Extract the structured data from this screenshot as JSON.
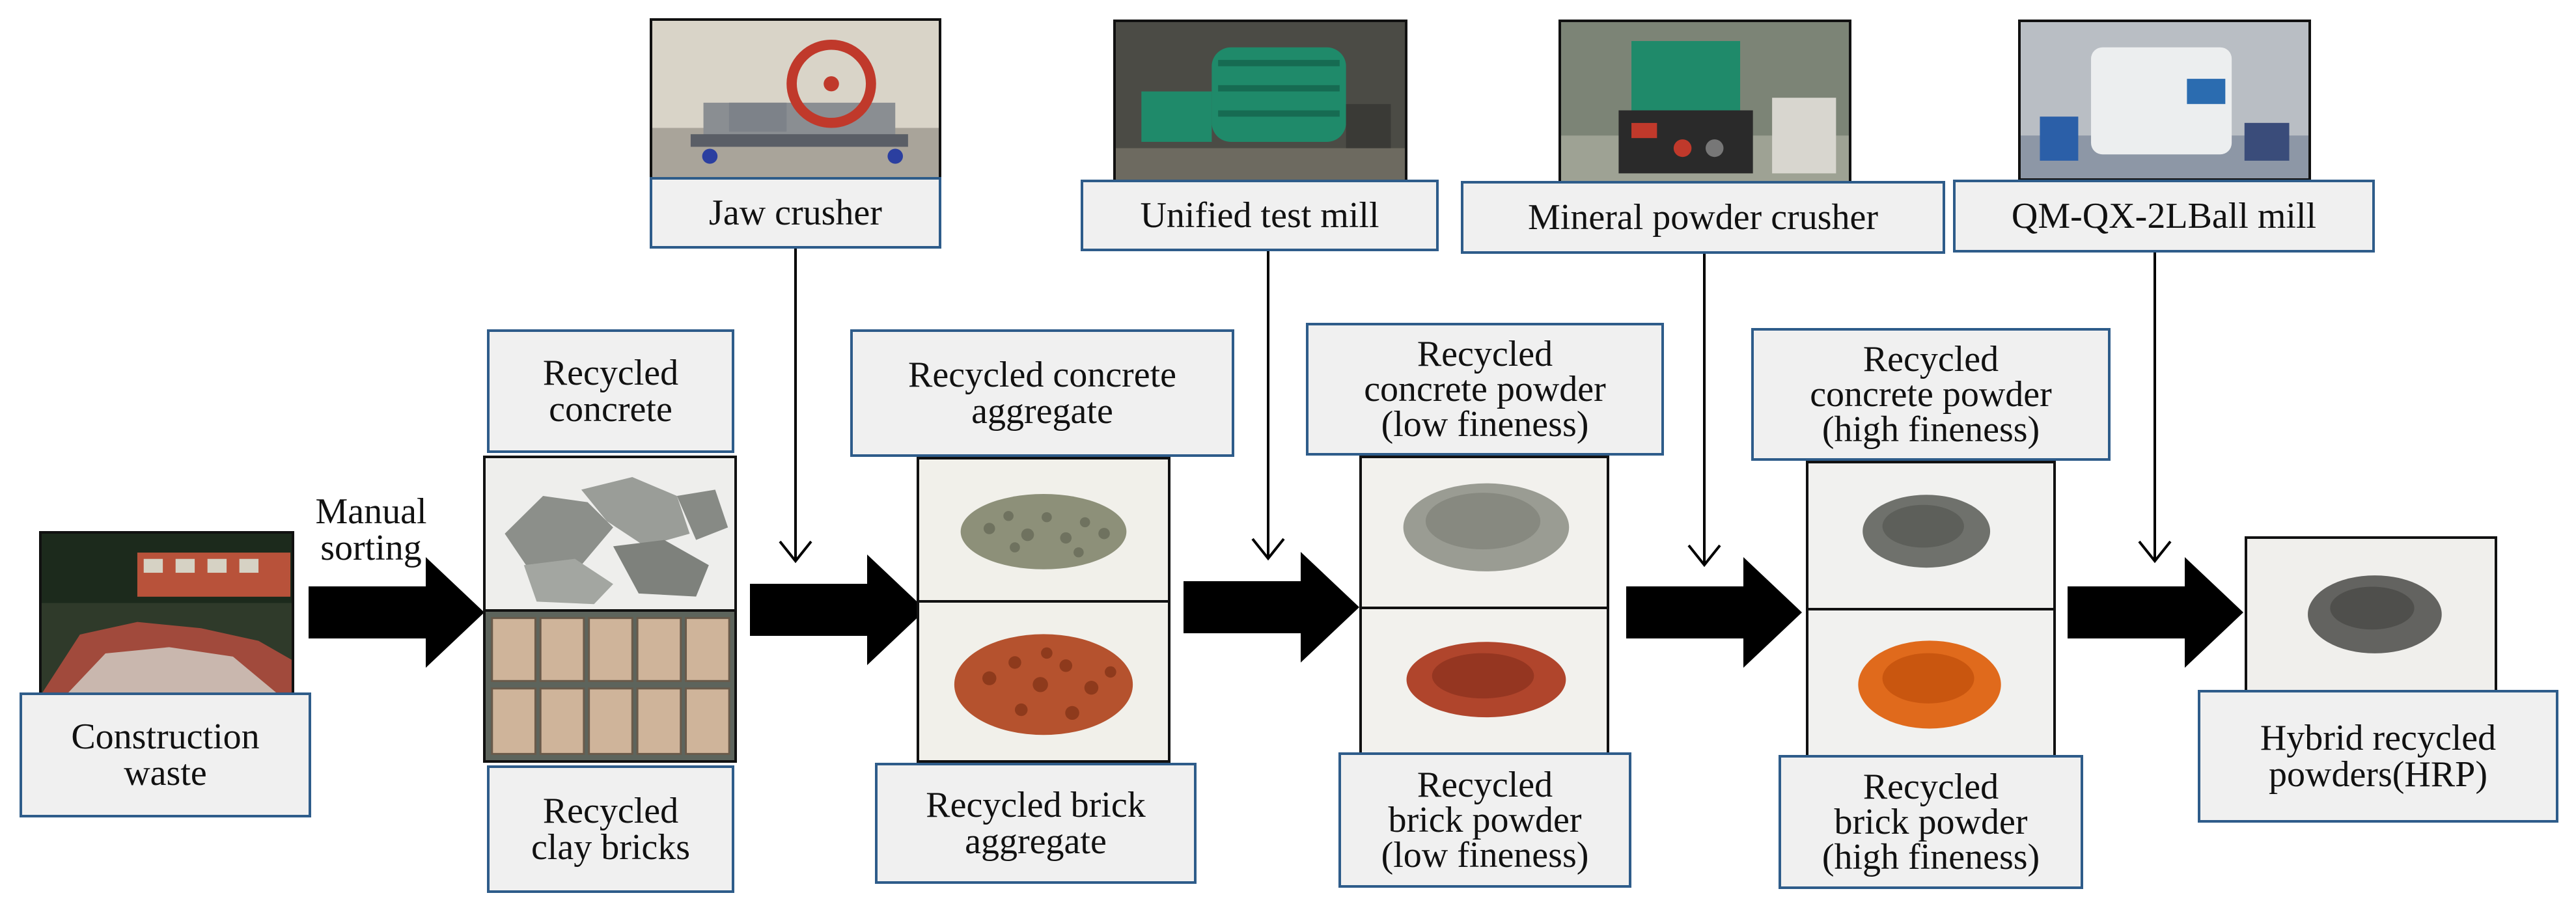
{
  "equipment": {
    "jaw_crusher": "Jaw crusher",
    "test_mill": "Unified test mill",
    "powder_crusher": "Mineral powder crusher",
    "ball_mill": "QM-QX-2LBall mill"
  },
  "stages": {
    "waste": {
      "line1": "Construction",
      "line2": "waste"
    },
    "sorting": {
      "line1": "Manual",
      "line2": "sorting"
    },
    "recycled_concrete": {
      "line1": "Recycled",
      "line2": "concrete"
    },
    "recycled_clay_bricks": {
      "line1": "Recycled",
      "line2": "clay bricks"
    },
    "rca": {
      "line1": "Recycled concrete",
      "line2": "aggregate"
    },
    "rba": {
      "line1": "Recycled brick",
      "line2": "aggregate"
    },
    "rcp_low": {
      "line1": "Recycled",
      "line2": "concrete powder",
      "line3": "(low fineness)"
    },
    "rbp_low": {
      "line1": "Recycled",
      "line2": "brick powder",
      "line3": "(low fineness)"
    },
    "rcp_high": {
      "line1": "Recycled",
      "line2": "concrete powder",
      "line3": "(high fineness)"
    },
    "rbp_high": {
      "line1": "Recycled",
      "line2": "brick powder",
      "line3": "(high fineness)"
    },
    "hrp": {
      "line1": "Hybrid recycled",
      "line2": "powders(HRP)"
    }
  },
  "colors": {
    "box_border": "#2e5c8a",
    "box_fill": "#f0f0f0",
    "arrow": "#000000",
    "concrete_gray": "#8c8f8a",
    "brick_red": "#b5522e",
    "powder_orange": "#e06a1c",
    "equipment_green": "#1f8a6a"
  }
}
